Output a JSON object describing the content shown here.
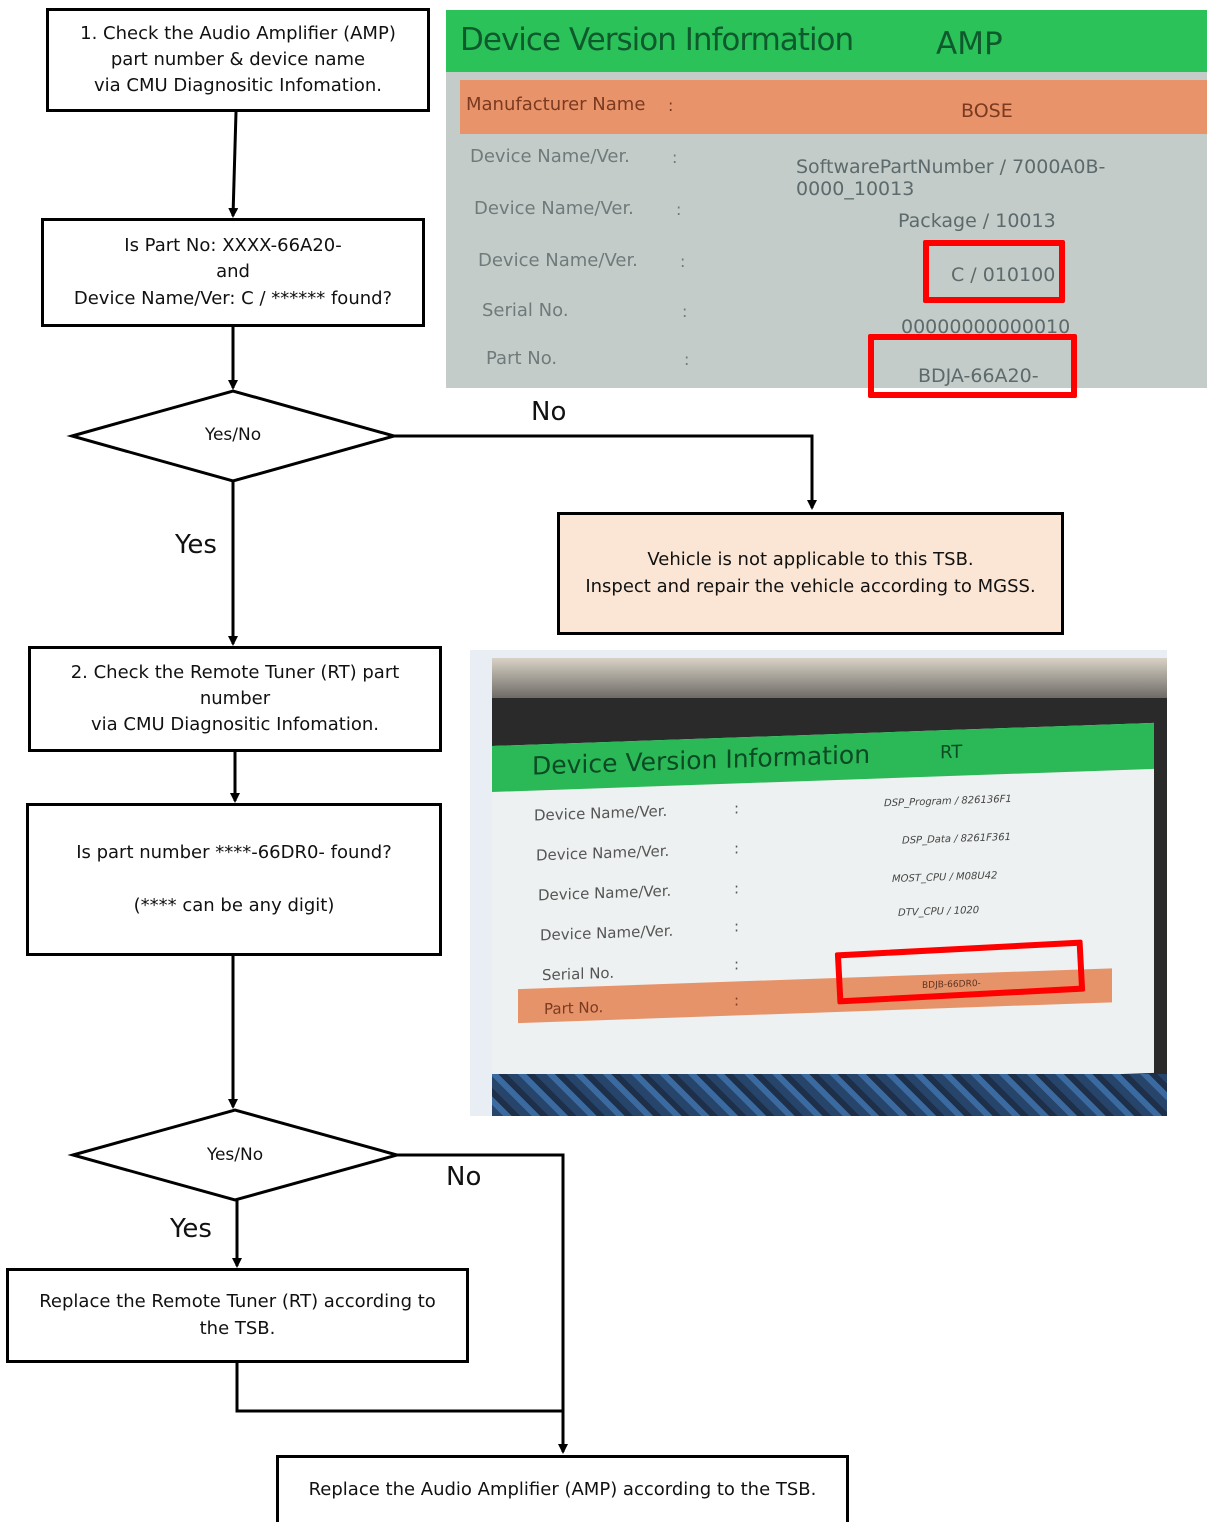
{
  "step1": {
    "box": [
      "1. Check the Audio Amplifier (AMP)",
      "part number & device name",
      "via CMU Diagnositic Infomation."
    ],
    "question": [
      "Is Part No: XXXX-66A20-",
      "and",
      "Device Name/Ver: C / ****** found?"
    ],
    "decision": "Yes/No",
    "yes": "Yes",
    "no": "No",
    "not_applicable": [
      "Vehicle is not applicable to this TSB.",
      "Inspect and repair the vehicle according to MGSS."
    ]
  },
  "step2": {
    "box": [
      "2. Check the Remote Tuner (RT) part",
      "number",
      "via CMU Diagnositic Infomation."
    ],
    "question": [
      "Is part number ****-66DR0- found?",
      "(**** can be any digit)"
    ],
    "decision": "Yes/No",
    "yes": "Yes",
    "no": "No",
    "replace_rt": [
      "Replace the Remote Tuner (RT) according to",
      "the TSB."
    ]
  },
  "final": "Replace the Audio Amplifier (AMP) according to the TSB.",
  "screen_amp": {
    "title": "Device Version Information",
    "module": "AMP",
    "rows": [
      {
        "label": "Manufacturer Name",
        "value": "BOSE"
      },
      {
        "label": "Device Name/Ver.",
        "value": "SoftwarePartNumber / 7000A0B-0000_10013"
      },
      {
        "label": "Device Name/Ver.",
        "value": "Package / 10013"
      },
      {
        "label": "Device Name/Ver.",
        "value": "C / 010100"
      },
      {
        "label": "Serial No.",
        "value": "00000000000010"
      },
      {
        "label": "Part No.",
        "value": "BDJA-66A20-"
      }
    ],
    "colon": ":"
  },
  "screen_rt": {
    "title": "Device Version Information",
    "module": "RT",
    "rows": [
      {
        "label": "Device Name/Ver.",
        "value": "DSP_Program / 826136F1"
      },
      {
        "label": "Device Name/Ver.",
        "value": "DSP_Data / 8261F361"
      },
      {
        "label": "Device Name/Ver.",
        "value": "MOST_CPU / M08U42"
      },
      {
        "label": "Device Name/Ver.",
        "value": "DTV_CPU / 1020"
      },
      {
        "label": "Serial No.",
        "value": ""
      },
      {
        "label": "Part No.",
        "value": "BDJB-66DR0-"
      }
    ],
    "colon": ":"
  },
  "colors": {
    "highlight": "#ff0000",
    "header_green": "#2bc25a",
    "row_orange": "#e9936b",
    "note_fill": "#fbe6d6"
  }
}
